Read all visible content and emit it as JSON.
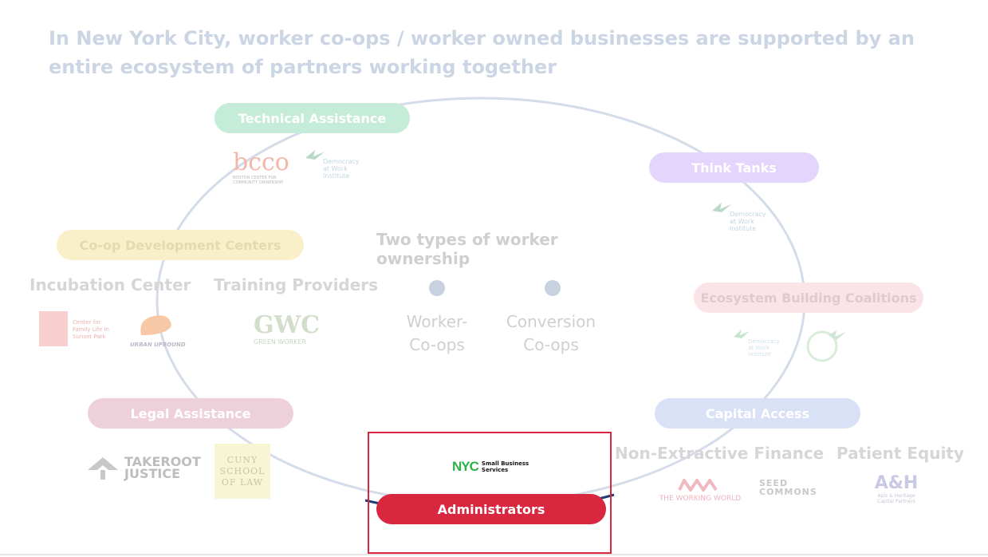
{
  "title": "In New York City, worker co-ops / worker owned businesses are supported by an entire ecosystem of partners working together",
  "center": {
    "heading": "Two types of worker ownership",
    "types": [
      "Worker-\nCo-ops",
      "Conversion\nCo-ops"
    ]
  },
  "categories": {
    "technical_assistance": "Technical Assistance",
    "think_tanks": "Think Tanks",
    "coop_dev_centers": "Co-op Development Centers",
    "ecosystem_coalitions": "Ecosystem Building Coalitions",
    "legal_assistance": "Legal Assistance",
    "capital_access": "Capital Access",
    "administrators": "Administrators"
  },
  "subheadings": {
    "incubation": "Incubation Center",
    "training": "Training Providers",
    "non_extractive": "Non-Extractive Finance",
    "patient_equity": "Patient Equity"
  },
  "logos": {
    "bcco": "bcco",
    "bcco_sub": "BOSTON CENTER FOR COMMUNITY OWNERSHIP",
    "dawi": "Democracy at Work Institute",
    "family_life": "Center for Family Life in Sunset Park",
    "urban_upbound": "URBAN UPBOUND",
    "gwc": "GWC",
    "gwc_sub": "GREEN WORKER",
    "takeroot": "TAKEROOT JUSTICE",
    "cuny": "CUNY SCHOOL OF LAW",
    "nyc": "NYC",
    "nyc_sbs": "Small Business Services",
    "working_world": "THE WORKING WORLD",
    "seed": "SEED COMMONS",
    "ah": "A&H",
    "ah_sub": "Apis & Heritage Capital Partners"
  },
  "colors": {
    "title": "#cbd5e3",
    "technical_assistance": "#c4ecd9",
    "think_tanks": "#e3d5fb",
    "coop_dev_centers": "#f9f0c9",
    "ecosystem_coalitions": "#fbe4e8",
    "legal_assistance": "#eed0da",
    "capital_access": "#d9e1f7",
    "administrators": "#d9273f",
    "highlight_border": "#d9263f"
  }
}
